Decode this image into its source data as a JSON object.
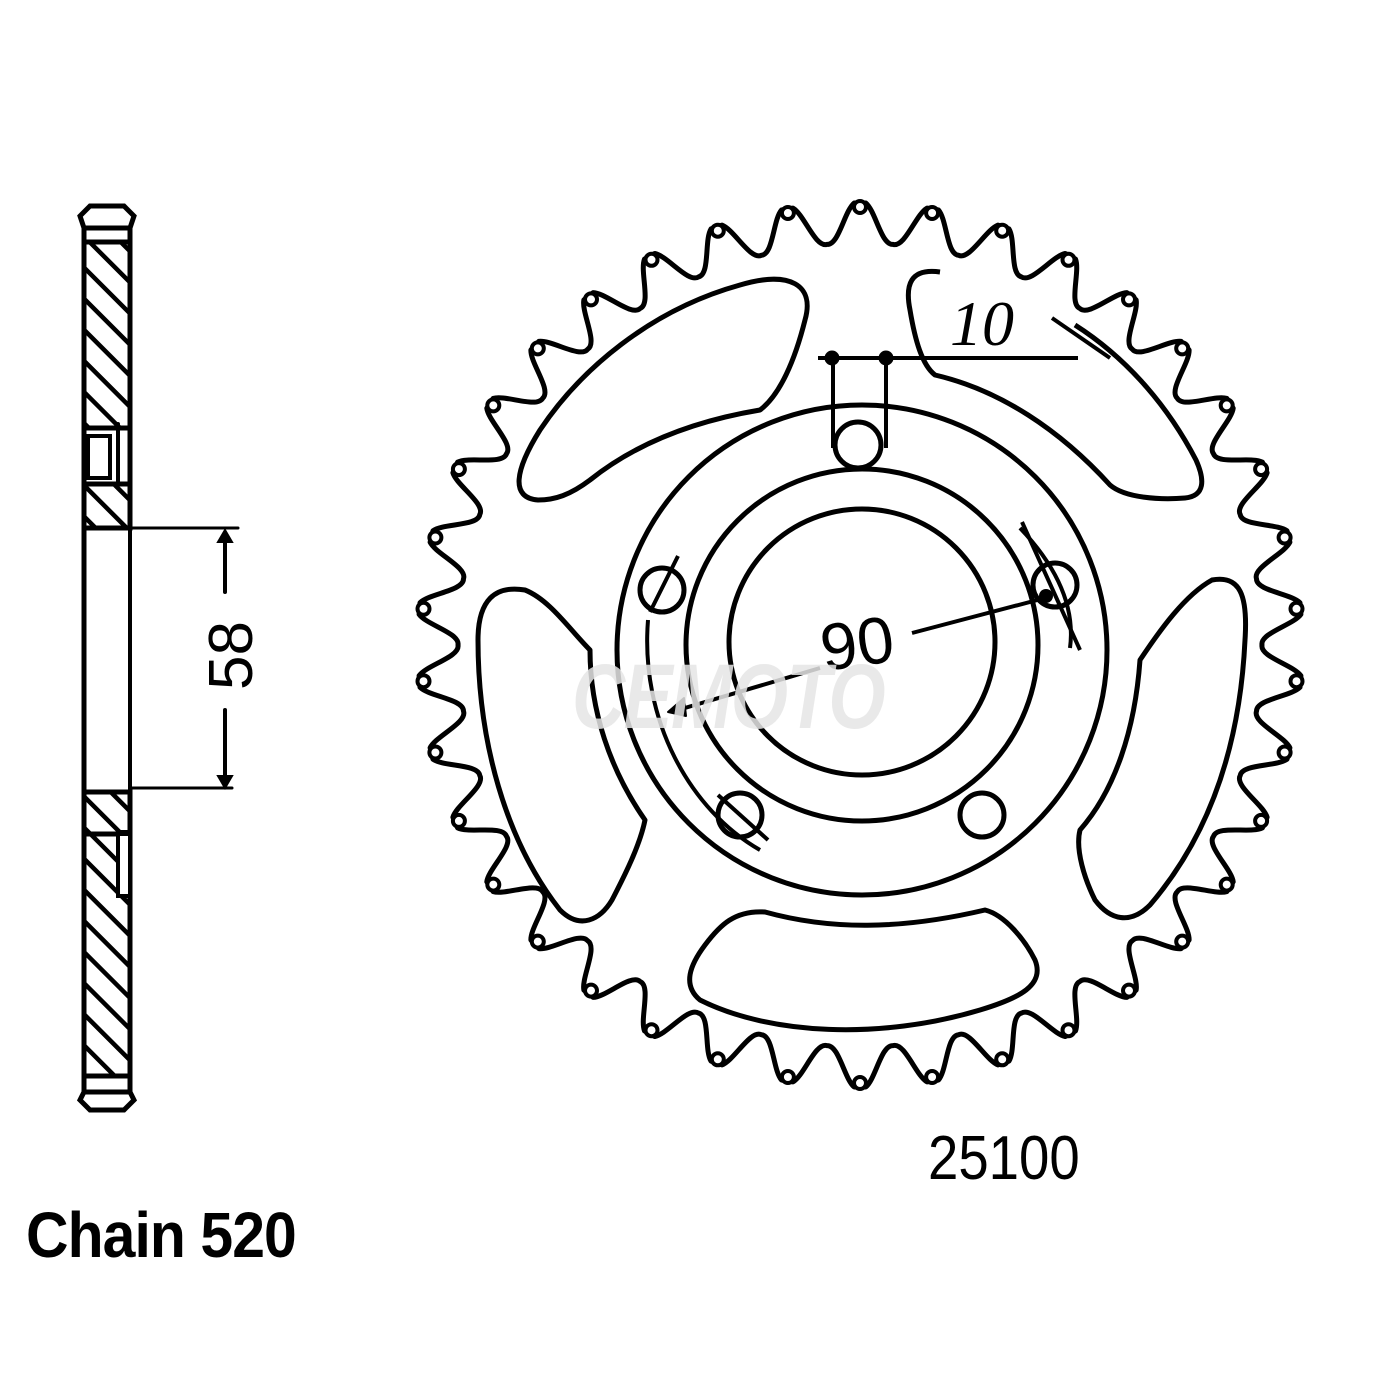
{
  "diagram": {
    "type": "motorcycle rear sprocket technical drawing",
    "chain_label": "Chain 520",
    "part_number": "25100",
    "watermark": "CEMOTO",
    "side_view": {
      "dimension_label": "58",
      "dimension_meaning": "center bore diameter"
    },
    "front_view": {
      "tooth_count": 38,
      "bolt_circle_label": "90",
      "bolt_hole_label": "10",
      "bolt_hole_count": 5,
      "lightening_cutouts": 5
    },
    "colors": {
      "line": "#000000",
      "background": "#ffffff",
      "watermark": "#e6e6e6"
    }
  }
}
